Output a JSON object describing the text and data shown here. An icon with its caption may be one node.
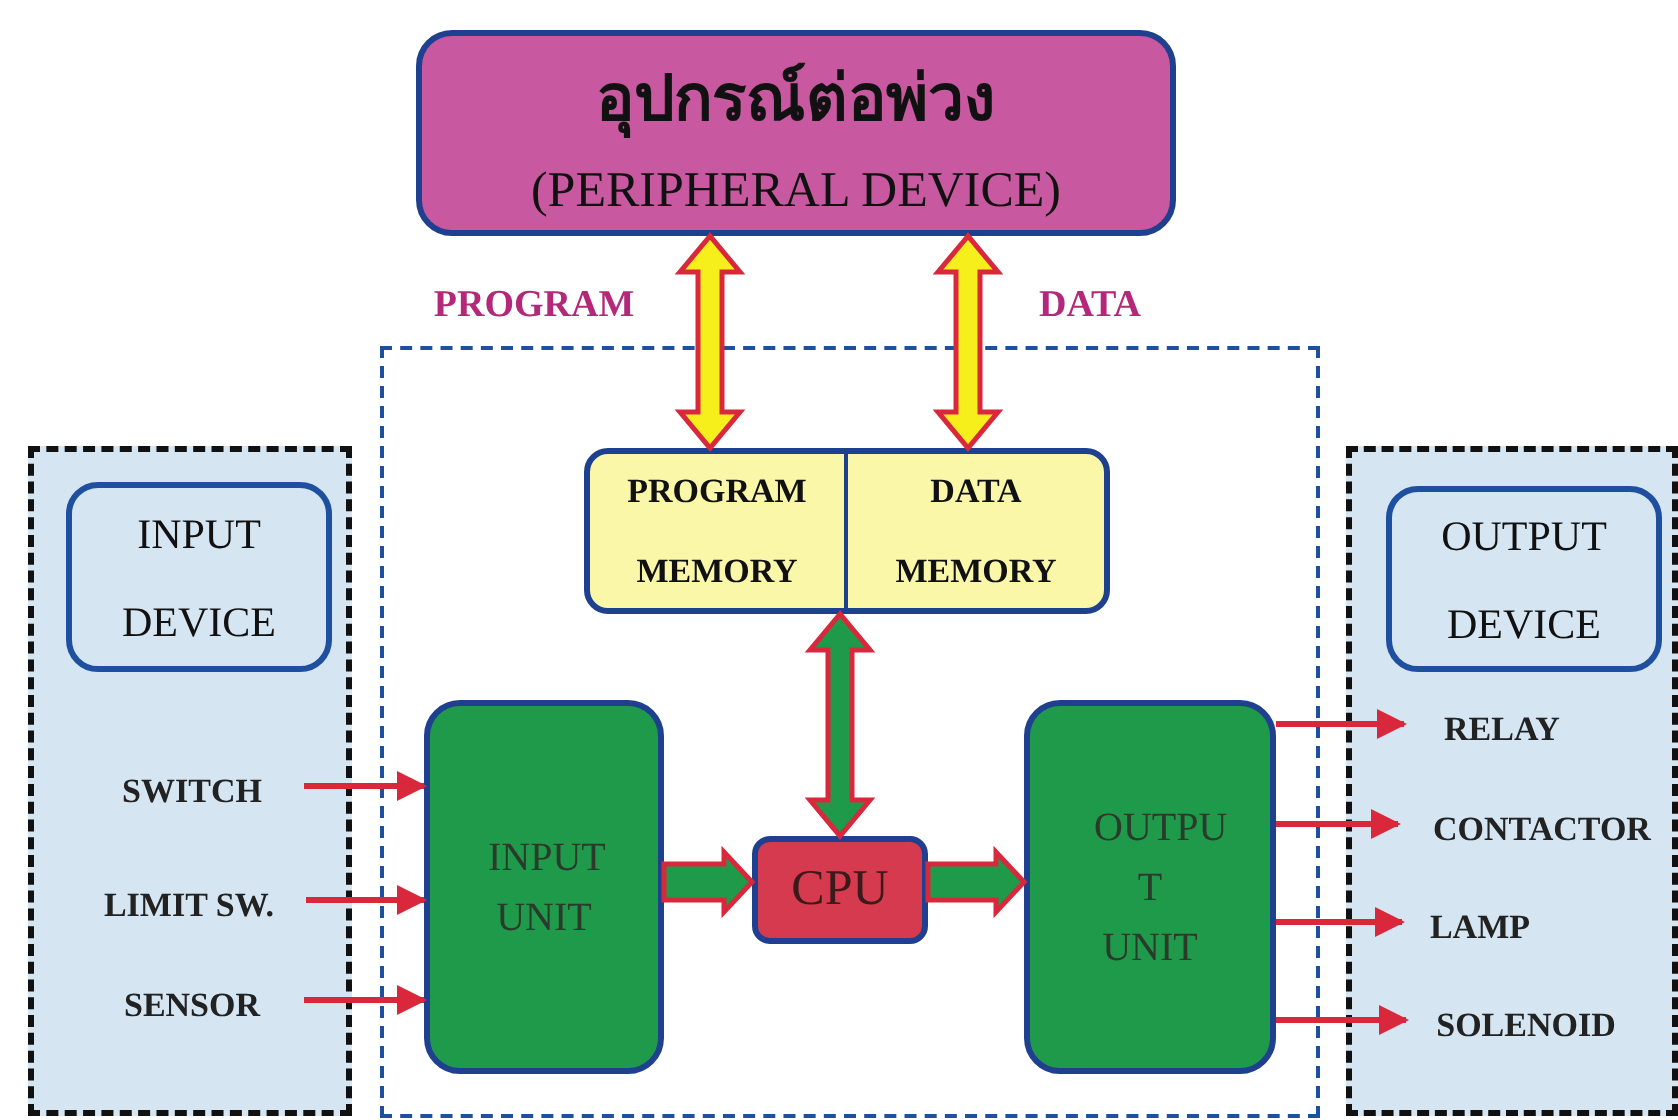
{
  "diagram": {
    "nodes": [
      {
        "text": [
          "อุปกรณ์ต่อพ่วง",
          "(PERIPHERAL DEVICE)"
        ]
      },
      {
        "text": [],
        "shape": "box"
      },
      {
        "text": [],
        "shape": "box"
      },
      {
        "text": [
          "INPUT DEVICE"
        ],
        "in": 2
      },
      {
        "text": [
          "SWITCH"
        ],
        "in": 2
      },
      {
        "text": [
          "LIMIT SW."
        ],
        "in": 2
      },
      {
        "text": [
          "SENSOR"
        ],
        "in": 2
      },
      {
        "text": [
          "PROGRAM MEMORY",
          "DATA MEMORY"
        ],
        "in": 1
      },
      {
        "text": [
          "INPUT UNIT"
        ],
        "in": 1
      },
      {
        "text": [
          "CPU"
        ],
        "in": 1
      },
      {
        "text": [
          "OUTPU T UNIT"
        ],
        "in": 1
      },
      {
        "text": [],
        "shape": "box"
      },
      {
        "text": [
          "OUTPUT DEVICE"
        ],
        "in": 11
      },
      {
        "text": [
          "RELAY"
        ],
        "in": 11
      },
      {
        "text": [
          "CONTACTOR"
        ],
        "in": 11
      },
      {
        "text": [
          "LAMP"
        ],
        "in": 11
      },
      {
        "text": [
          "SOLENOID"
        ],
        "in": 11
      }
    ],
    "edges": [
      {
        "from": 0,
        "to": 7,
        "arrow": "both",
        "label": "PROGRAM",
        "style": "thick",
        "color": "#f7ef1c"
      },
      {
        "from": 0,
        "to": 7,
        "arrow": "both",
        "label": "DATA",
        "style": "thick",
        "color": "#f7ef1c"
      },
      {
        "from": 7,
        "to": 9,
        "arrow": "both",
        "style": "thick",
        "color": "#1f9a4a"
      },
      {
        "from": 8,
        "to": 9,
        "arrow": "to",
        "style": "thick",
        "color": "#1f9a4a"
      },
      {
        "from": 9,
        "to": 10,
        "arrow": "to",
        "style": "thick",
        "color": "#1f9a4a"
      },
      {
        "from": 4,
        "to": 8,
        "arrow": "to"
      },
      {
        "from": 5,
        "to": 8,
        "arrow": "to"
      },
      {
        "from": 6,
        "to": 8,
        "arrow": "to"
      },
      {
        "from": 10,
        "to": 13,
        "arrow": "to"
      },
      {
        "from": 10,
        "to": 14,
        "arrow": "to"
      },
      {
        "from": 10,
        "to": 15,
        "arrow": "to"
      },
      {
        "from": 10,
        "to": 16,
        "arrow": "to"
      }
    ]
  }
}
